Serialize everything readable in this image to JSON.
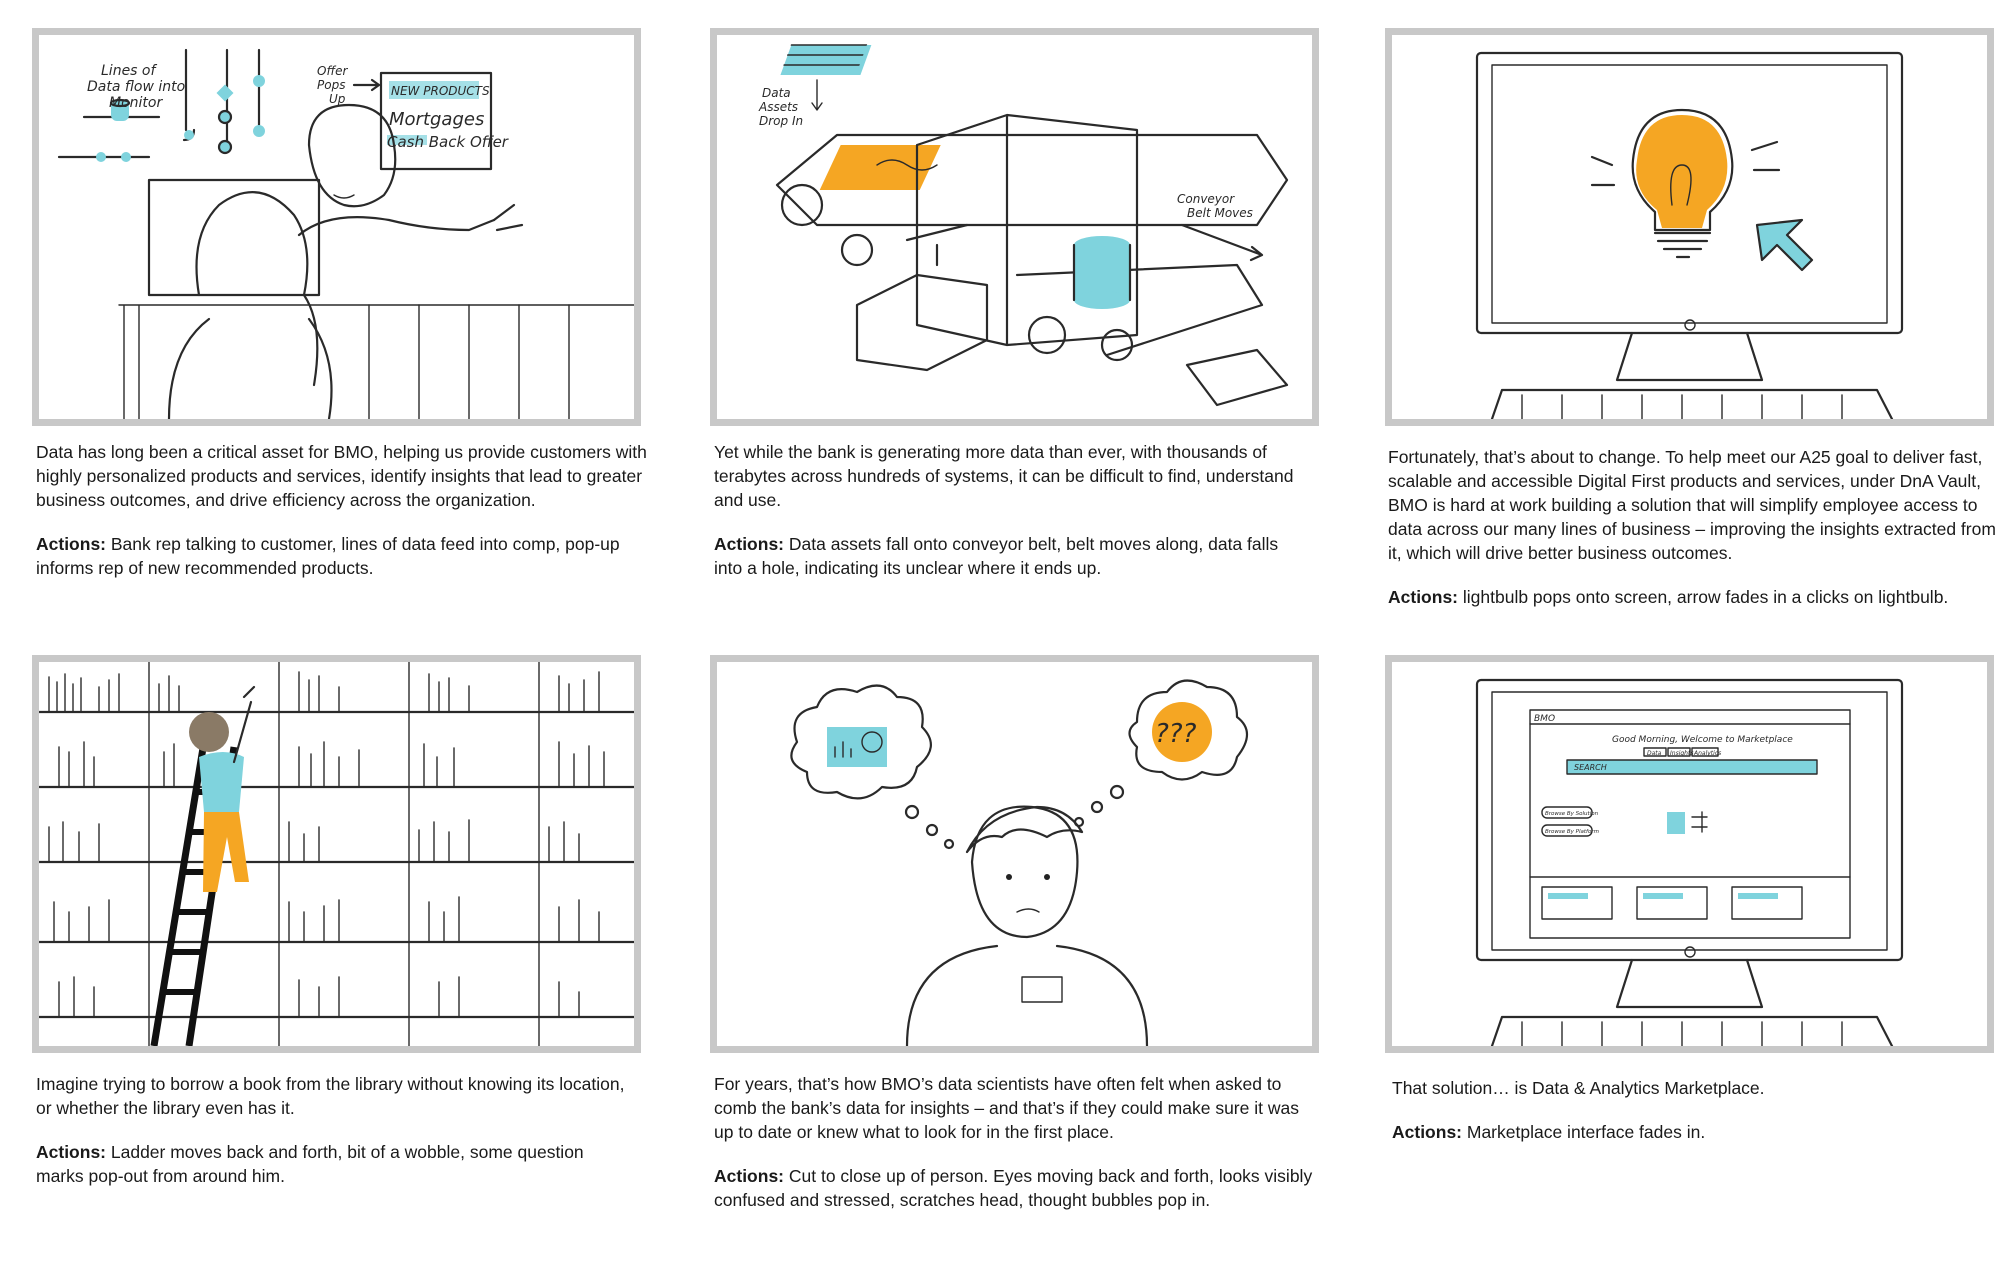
{
  "actions_label": "Actions:",
  "colors": {
    "accent_cyan": "#7fd3dd",
    "accent_orange": "#f5a623",
    "frame_border": "#c8c8c8"
  },
  "panels": [
    {
      "sketch_labels": [
        "Lines of",
        "Data flow into",
        "Monitor",
        "Offer",
        "Pops",
        "Up",
        "NEW PRODUCTS",
        "Mortgages",
        "Cash Back Offer"
      ],
      "description": "Data has long been a critical asset for BMO, helping us provide customers with highly personalized products and services, identify insights that lead to greater business outcomes, and drive efficiency across the organization.",
      "actions": "Bank rep talking to customer, lines of data feed into comp, pop-up informs rep of new recommended products."
    },
    {
      "sketch_labels": [
        "Data",
        "Assets",
        "Drop In",
        "Conveyor",
        "Belt Moves"
      ],
      "description": "Yet while the bank is generating more data than ever, with thousands of terabytes across hundreds of systems, it can be difficult to find, understand and use.",
      "actions": "Data assets fall onto conveyor belt, belt moves along, data falls into a hole, indicating its unclear where it ends up."
    },
    {
      "sketch_labels": [],
      "description": "Fortunately, that’s about to change. To help meet our A25 goal to deliver fast, scalable and accessible Digital First products and services, under DnA Vault, BMO is hard at work building a solution that will simplify employee access to data across our many lines of business – improving the insights extracted from it, which will drive better business outcomes.",
      "actions": "lightbulb pops onto screen, arrow fades in a clicks on lightbulb."
    },
    {
      "sketch_labels": [],
      "description": "Imagine trying to borrow a book from the library without knowing its location, or whether the library even has it.",
      "actions": "Ladder moves back and forth, bit of a wobble, some question marks pop-out from around him."
    },
    {
      "sketch_labels": [
        "???"
      ],
      "description": "For years, that’s how BMO’s data scientists have often felt when asked to comb the bank’s data for insights – and that’s if they could make sure it was up to date or knew what to look for in the first place.",
      "actions": "Cut to close up of person. Eyes moving back and forth, looks visibly confused and stressed, scratches head, thought bubbles pop in."
    },
    {
      "sketch_labels": [
        "BMO",
        "Good Morning, Welcome to Marketplace",
        "Data",
        "Insights",
        "Analytics",
        "SEARCH",
        "Browse By Solution",
        "Browse By Platform"
      ],
      "description": "That solution… is Data & Analytics Marketplace.",
      "actions": "Marketplace interface fades in."
    }
  ]
}
